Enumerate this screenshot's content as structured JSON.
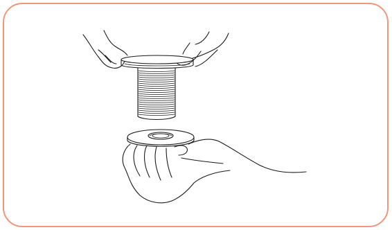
{
  "frame": {
    "border_color": "#f0967a"
  },
  "illustration": {
    "subject": "hands-threading-drain-fitting",
    "parts": [
      "threaded-drain-body",
      "flange-ring",
      "washer",
      "upper-hands",
      "lower-hand"
    ]
  }
}
